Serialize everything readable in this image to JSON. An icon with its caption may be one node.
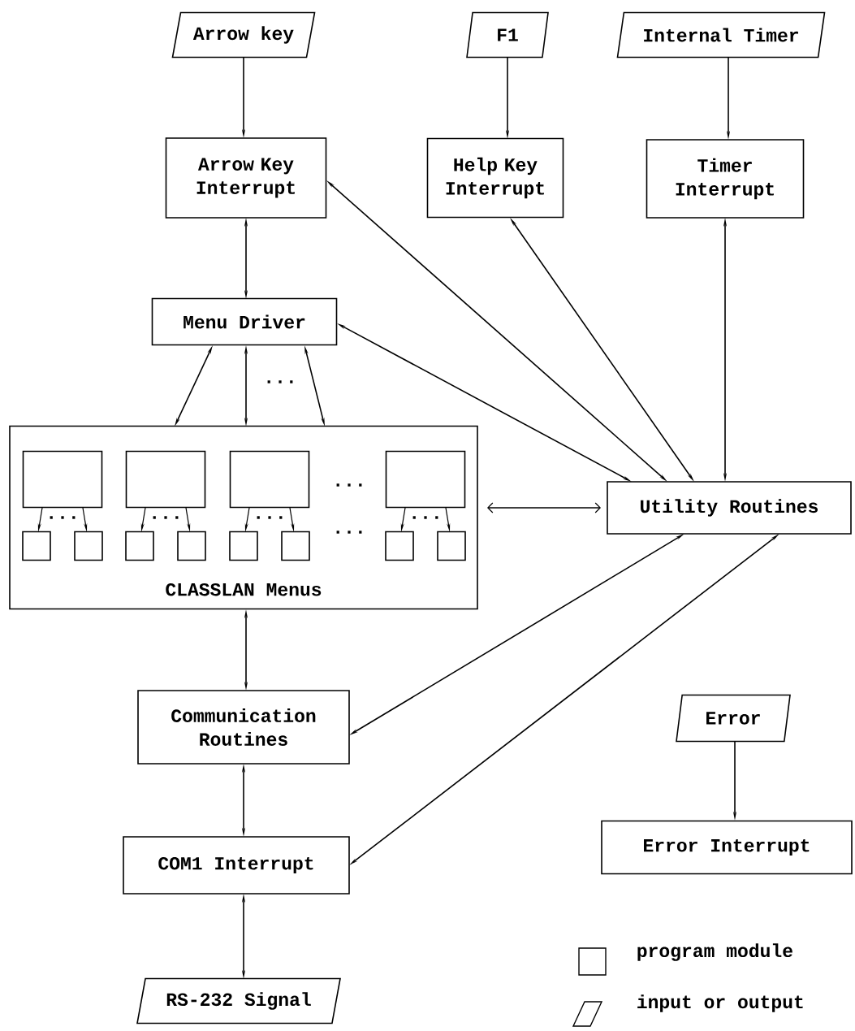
{
  "diagram": {
    "nodes": [
      {
        "text": [
          "Arrow key"
        ]
      },
      {
        "text": [
          "F1"
        ]
      },
      {
        "text": [
          "Internal Timer"
        ]
      },
      {
        "text": [
          "Arrow Key Interrupt"
        ]
      },
      {
        "text": [
          "Help Key Interrupt"
        ]
      },
      {
        "text": [
          "Timer Interrupt"
        ]
      },
      {
        "text": [
          "Menu Driver"
        ]
      },
      {
        "text": [
          "CLASSLAN Menus"
        ]
      },
      {
        "text": [],
        "shape": "box",
        "in": 7
      },
      {
        "text": [],
        "shape": "box",
        "in": 7
      },
      {
        "text": [],
        "shape": "box",
        "in": 7
      },
      {
        "text": [],
        "shape": "box",
        "in": 7
      },
      {
        "text": [],
        "shape": "box",
        "in": 7
      },
      {
        "text": [],
        "shape": "box",
        "in": 7
      },
      {
        "text": [],
        "shape": "box",
        "in": 7
      },
      {
        "text": [],
        "shape": "box",
        "in": 7
      },
      {
        "text": [],
        "shape": "box",
        "in": 7
      },
      {
        "text": [],
        "shape": "box",
        "in": 7
      },
      {
        "text": [],
        "shape": "box",
        "in": 7
      },
      {
        "text": [],
        "shape": "box",
        "in": 7
      },
      {
        "text": [
          "Utility Routines"
        ]
      },
      {
        "text": [
          "Communication Routines"
        ]
      },
      {
        "text": [
          "COM1 Interrupt"
        ]
      },
      {
        "text": [
          "RS-232 Signal"
        ]
      },
      {
        "text": [
          "Error"
        ]
      },
      {
        "text": [
          "Error Interrupt"
        ]
      }
    ],
    "edges": [
      {
        "from": 0,
        "to": 3,
        "arrow": "to"
      },
      {
        "from": 1,
        "to": 4,
        "arrow": "to"
      },
      {
        "from": 2,
        "to": 5,
        "arrow": "to"
      },
      {
        "from": 3,
        "to": 6,
        "arrow": "both"
      },
      {
        "from": 3,
        "to": 20,
        "arrow": "both"
      },
      {
        "from": 4,
        "to": 20,
        "arrow": "both"
      },
      {
        "from": 5,
        "to": 20,
        "arrow": "both"
      },
      {
        "from": 6,
        "to": 20,
        "arrow": "both"
      },
      {
        "from": 6,
        "to": 7,
        "arrow": "both"
      },
      {
        "from": 6,
        "to": 7,
        "arrow": "both"
      },
      {
        "from": 6,
        "to": 7,
        "arrow": "both"
      },
      {
        "from": 7,
        "to": 20,
        "arrow": "both"
      },
      {
        "from": 20,
        "to": 21,
        "arrow": "both"
      },
      {
        "from": 20,
        "to": 22,
        "arrow": "both"
      },
      {
        "from": 7,
        "to": 21,
        "arrow": "both"
      },
      {
        "from": 21,
        "to": 22,
        "arrow": "both"
      },
      {
        "from": 22,
        "to": 23,
        "arrow": "both"
      },
      {
        "from": 24,
        "to": 25,
        "arrow": "to"
      },
      {
        "from": 8,
        "to": 12,
        "arrow": "to"
      },
      {
        "from": 8,
        "to": 13,
        "arrow": "to"
      },
      {
        "from": 9,
        "to": 14,
        "arrow": "to"
      },
      {
        "from": 9,
        "to": 15,
        "arrow": "to"
      },
      {
        "from": 10,
        "to": 16,
        "arrow": "to"
      },
      {
        "from": 10,
        "to": 17,
        "arrow": "to"
      },
      {
        "from": 11,
        "to": 18,
        "arrow": "to"
      },
      {
        "from": 11,
        "to": 19,
        "arrow": "to"
      }
    ],
    "labels": [
      "...",
      "...",
      "...",
      "...",
      "...",
      "...",
      "..."
    ],
    "legend": [
      {
        "text": "program module"
      },
      {
        "text": "input or output"
      }
    ]
  }
}
